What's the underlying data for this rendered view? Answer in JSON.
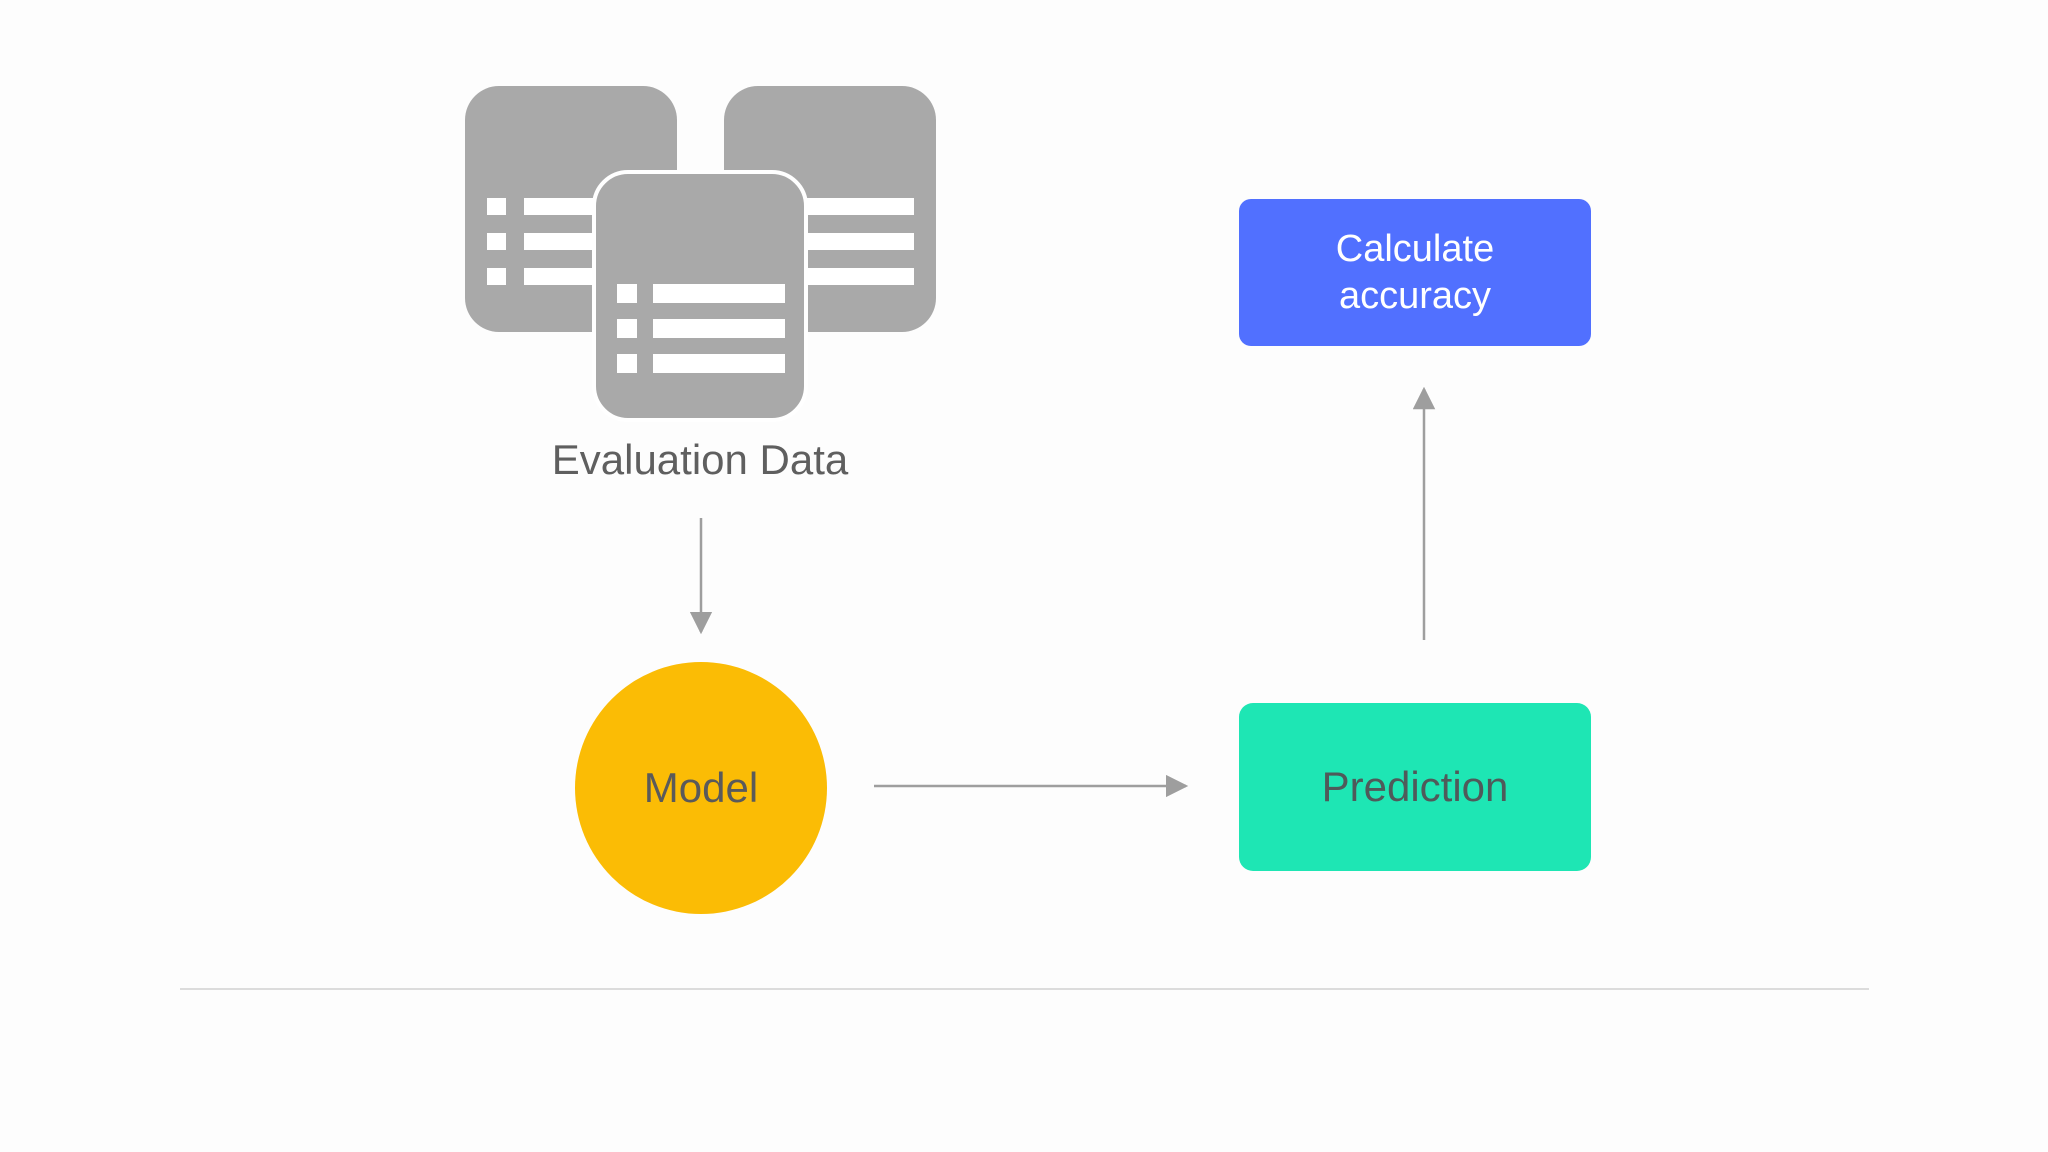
{
  "diagram": {
    "evaluation_data_label": "Evaluation Data",
    "model_label": "Model",
    "prediction_label": "Prediction",
    "calculate_accuracy_label": "Calculate\naccuracy"
  },
  "colors": {
    "document_icon": "#a9a9a9",
    "model": "#fbbc05",
    "prediction": "#1ee6b4",
    "calculate_accuracy": "#5170ff",
    "arrow": "#9e9e9e",
    "label_text": "#5a5a5a"
  },
  "icons": {
    "evaluation_data": "stacked-documents-icon"
  }
}
